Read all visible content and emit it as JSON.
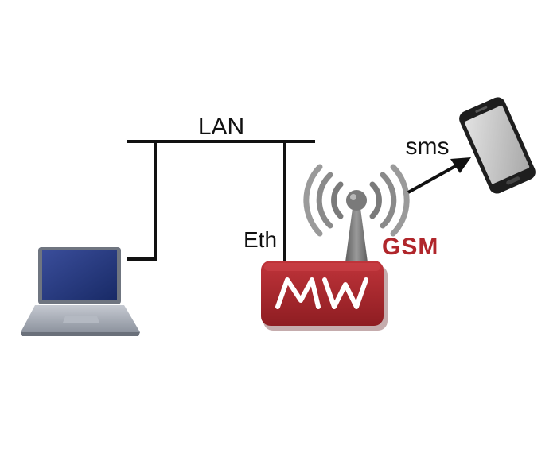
{
  "labels": {
    "lan": "LAN",
    "eth": "Eth",
    "gsm": "GSM",
    "sms": "sms",
    "device_logo": "MW"
  },
  "colors": {
    "line": "#111111",
    "device_red": "#a8252a",
    "gsm_text": "#b0262b",
    "antenna_gray": "#7a7a7a",
    "laptop_screen": "#23357a",
    "laptop_body": "#9aa0ab",
    "phone_body": "#1e1e1e",
    "phone_screen": "#c8c8c8"
  },
  "icons": {
    "computer": "laptop-icon",
    "gateway": "mw-gsm-gateway-icon",
    "antenna": "radio-antenna-icon",
    "phone": "smartphone-icon",
    "arrow": "arrow-right-icon"
  }
}
